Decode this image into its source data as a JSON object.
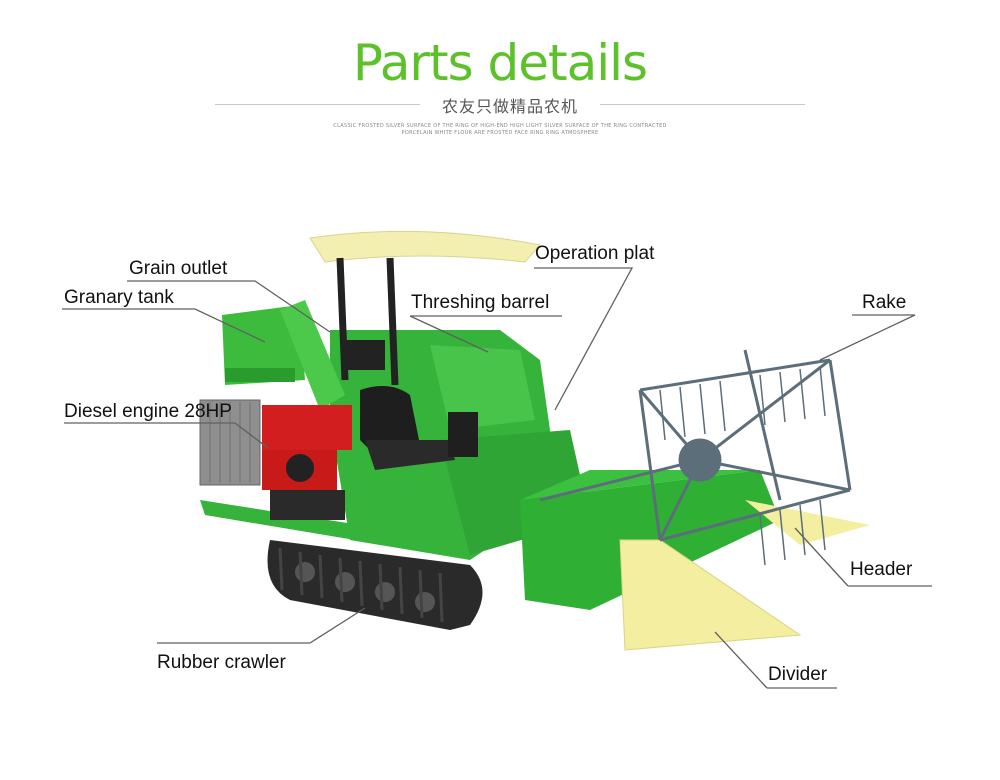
{
  "header": {
    "title": "Parts details",
    "subtitle_cn": "农友只做精品农机",
    "small_line_1": "CLASSIC FROSTED SILVER SURFACE OF THE RING OF HIGH-END HIGH LIGHT SILVER SURFACE OF THE RING CONTRACTED",
    "small_line_2": "PORCELAIN WHITE FLOUR ARE FROSTED FACE RING RING ATMOSPHERE"
  },
  "labels": {
    "grain_outlet": "Grain outlet",
    "granary_tank": "Granary tank",
    "operation_plat": "Operation plat",
    "threshing_barrel": "Threshing barrel",
    "rake": "Rake",
    "diesel_engine": "Diesel engine 28HP",
    "header": "Header",
    "rubber_crawler": "Rubber crawler",
    "divider": "Divider"
  },
  "colors": {
    "title_green": "#5cc12a",
    "machine_green": "#37b53a",
    "engine_red": "#d21e1e",
    "canopy_yellow": "#f2efb0",
    "divider_yellow": "#f3eea0",
    "rake_gray": "#5c6e7a",
    "leader_line": "#606060"
  }
}
